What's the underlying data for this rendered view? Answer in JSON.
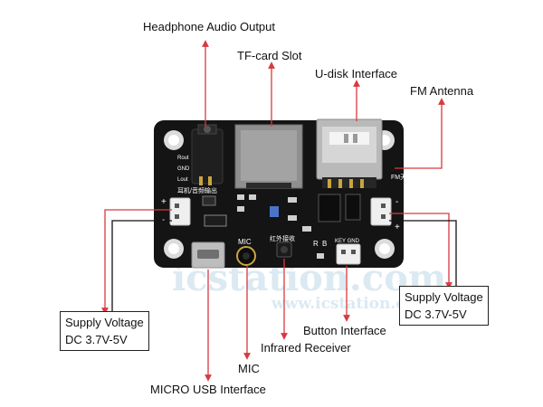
{
  "labels": {
    "headphone": "Headphone Audio Output",
    "tf_card": "TF-card Slot",
    "u_disk": "U-disk Interface",
    "fm_antenna": "FM Antenna",
    "button_interface": "Button Interface",
    "infrared": "Infrared Receiver",
    "mic": "MIC",
    "micro_usb": "MICRO USB Interface",
    "supply_left_line1": "Supply Voltage",
    "supply_left_line2": "DC 3.7V-5V",
    "supply_right_line1": "Supply Voltage",
    "supply_right_line2": "DC 3.7V-5V"
  },
  "board_silkscreen": {
    "rout": "Rout",
    "gnd": "GND",
    "lout": "Lout",
    "earphone_cn": "耳机/音频输出",
    "fm_cn": "FM天线",
    "mic": "MIC",
    "ir_cn": "红外接收",
    "r": "R",
    "b": "B",
    "key_gnd": "KEY GND",
    "plus": "+",
    "minus": "-"
  },
  "watermark": {
    "brand": "icstation.com",
    "url": "www.icstation.com"
  },
  "colors": {
    "board": "#141414",
    "leader_line": "#d9393f",
    "connector": "#efefef",
    "usb_metal": "#b9b9b9",
    "sd_metal": "#8f8f8f"
  }
}
